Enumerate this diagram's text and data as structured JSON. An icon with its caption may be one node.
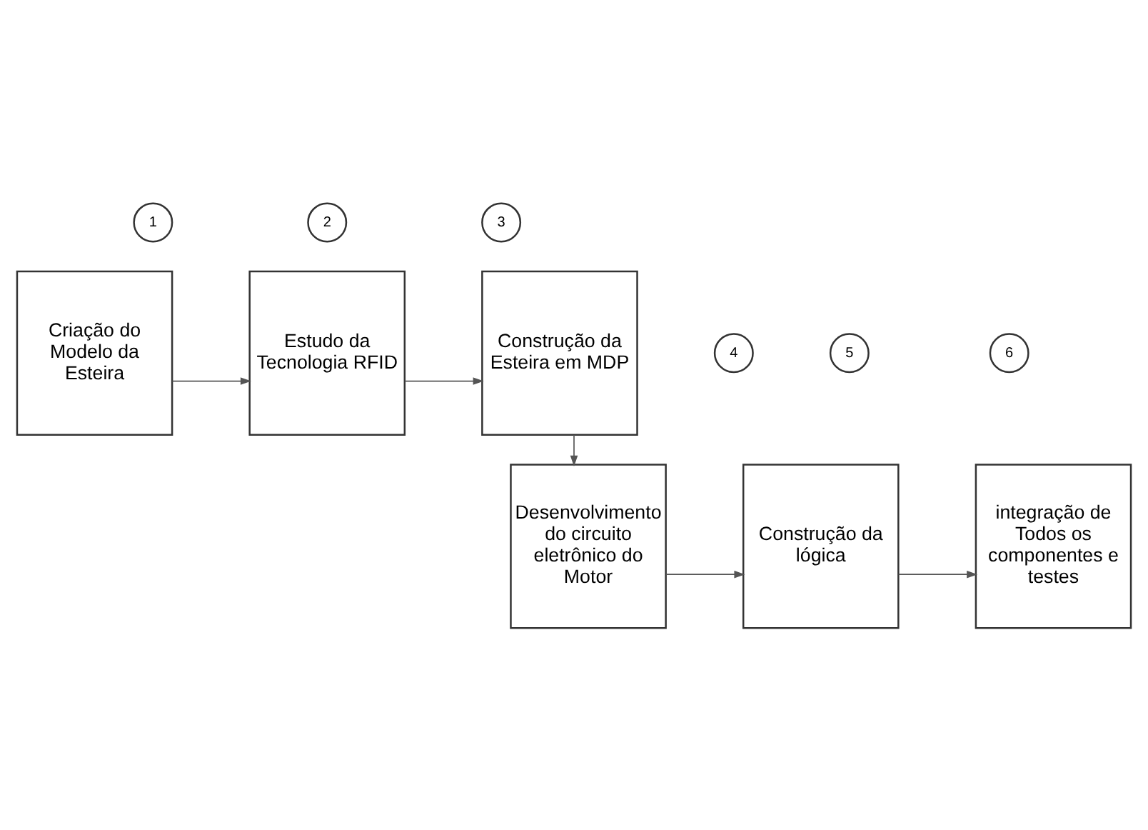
{
  "diagram": {
    "nodes": [
      {
        "text": [
          "1"
        ]
      },
      {
        "text": [
          "2"
        ]
      },
      {
        "text": [
          "3"
        ]
      },
      {
        "text": [
          "Criação do Modelo da Esteira"
        ]
      },
      {
        "text": [
          "Estudo da Tecnologia RFID"
        ]
      },
      {
        "text": [
          "Construção da Esteira em MDP"
        ]
      },
      {
        "text": [
          "4"
        ]
      },
      {
        "text": [
          "5"
        ]
      },
      {
        "text": [
          "6"
        ]
      },
      {
        "text": [
          "Desenvolvimento do circuito eletrônico do Motor"
        ]
      },
      {
        "text": [
          "Construção da lógica"
        ]
      },
      {
        "text": [
          "integração de Todos os componentes e testes"
        ]
      }
    ],
    "edges": [
      {
        "from": 3,
        "to": 4,
        "arrow": "to"
      },
      {
        "from": 4,
        "to": 5,
        "arrow": "to"
      },
      {
        "from": 5,
        "to": 9,
        "arrow": "to"
      },
      {
        "from": 9,
        "to": 10,
        "arrow": "to"
      },
      {
        "from": 10,
        "to": 11,
        "arrow": "to"
      }
    ]
  }
}
